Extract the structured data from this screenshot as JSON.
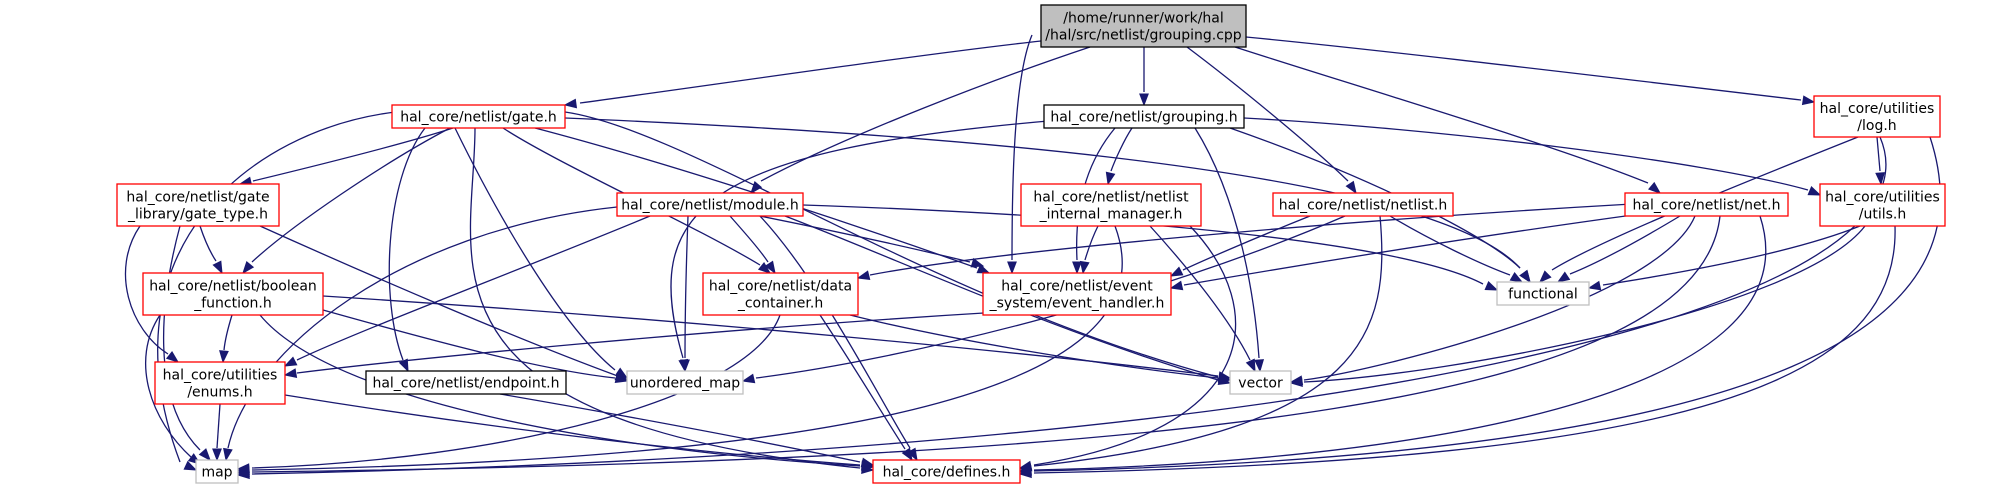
{
  "graph": {
    "title": "include dependency graph",
    "colors": {
      "edge": "#191970",
      "root_fill": "#bfbfbf",
      "root_border": "#000000",
      "local_border": "#ff0000",
      "documented_border": "#000000",
      "system_border": "#bfbfbf",
      "node_fill": "#ffffff"
    },
    "nodes": [
      {
        "id": "grouping_cpp",
        "kind": "root",
        "lines": [
          "/home/runner/work/hal",
          "/hal/src/netlist/grouping.cpp"
        ]
      },
      {
        "id": "gate_h",
        "kind": "local",
        "lines": [
          "hal_core/netlist/gate.h"
        ]
      },
      {
        "id": "grouping_h",
        "kind": "documented",
        "lines": [
          "hal_core/netlist/grouping.h"
        ]
      },
      {
        "id": "log_h",
        "kind": "local",
        "lines": [
          "hal_core/utilities",
          "/log.h"
        ]
      },
      {
        "id": "gate_type_h",
        "kind": "local",
        "lines": [
          "hal_core/netlist/gate",
          "_library/gate_type.h"
        ]
      },
      {
        "id": "module_h",
        "kind": "local",
        "lines": [
          "hal_core/netlist/module.h"
        ]
      },
      {
        "id": "netlist_internal_manager_h",
        "kind": "local",
        "lines": [
          "hal_core/netlist/netlist",
          "_internal_manager.h"
        ]
      },
      {
        "id": "netlist_h",
        "kind": "local",
        "lines": [
          "hal_core/netlist/netlist.h"
        ]
      },
      {
        "id": "net_h",
        "kind": "local",
        "lines": [
          "hal_core/netlist/net.h"
        ]
      },
      {
        "id": "utils_h",
        "kind": "local",
        "lines": [
          "hal_core/utilities",
          "/utils.h"
        ]
      },
      {
        "id": "boolean_function_h",
        "kind": "local",
        "lines": [
          "hal_core/netlist/boolean",
          "_function.h"
        ]
      },
      {
        "id": "data_container_h",
        "kind": "local",
        "lines": [
          "hal_core/netlist/data",
          "_container.h"
        ]
      },
      {
        "id": "event_handler_h",
        "kind": "local",
        "lines": [
          "hal_core/netlist/event",
          "_system/event_handler.h"
        ]
      },
      {
        "id": "functional",
        "kind": "system",
        "lines": [
          "functional"
        ]
      },
      {
        "id": "enums_h",
        "kind": "local",
        "lines": [
          "hal_core/utilities",
          "/enums.h"
        ]
      },
      {
        "id": "unordered_map",
        "kind": "system",
        "lines": [
          "unordered_map"
        ]
      },
      {
        "id": "vector",
        "kind": "system",
        "lines": [
          "vector"
        ]
      },
      {
        "id": "endpoint_h",
        "kind": "documented",
        "lines": [
          "hal_core/netlist/endpoint.h"
        ]
      },
      {
        "id": "map",
        "kind": "system",
        "lines": [
          "map"
        ]
      },
      {
        "id": "defines_h",
        "kind": "local",
        "lines": [
          "hal_core/defines.h"
        ]
      }
    ],
    "edges": [
      [
        "grouping_cpp",
        "gate_h"
      ],
      [
        "grouping_cpp",
        "grouping_h"
      ],
      [
        "grouping_cpp",
        "log_h"
      ],
      [
        "grouping_cpp",
        "module_h"
      ],
      [
        "grouping_cpp",
        "event_handler_h"
      ],
      [
        "grouping_cpp",
        "netlist_h"
      ],
      [
        "grouping_cpp",
        "net_h"
      ],
      [
        "gate_h",
        "gate_type_h"
      ],
      [
        "gate_h",
        "boolean_function_h"
      ],
      [
        "gate_h",
        "data_container_h"
      ],
      [
        "gate_h",
        "event_handler_h"
      ],
      [
        "gate_h",
        "functional"
      ],
      [
        "gate_h",
        "unordered_map"
      ],
      [
        "gate_h",
        "vector"
      ],
      [
        "gate_h",
        "endpoint_h"
      ],
      [
        "gate_h",
        "map"
      ],
      [
        "gate_h",
        "defines_h"
      ],
      [
        "grouping_h",
        "netlist_internal_manager_h"
      ],
      [
        "grouping_h",
        "event_handler_h"
      ],
      [
        "grouping_h",
        "utils_h"
      ],
      [
        "grouping_h",
        "functional"
      ],
      [
        "grouping_h",
        "unordered_map"
      ],
      [
        "grouping_h",
        "vector"
      ],
      [
        "log_h",
        "utils_h"
      ],
      [
        "log_h",
        "functional"
      ],
      [
        "log_h",
        "map"
      ],
      [
        "log_h",
        "defines_h"
      ],
      [
        "gate_type_h",
        "boolean_function_h"
      ],
      [
        "gate_type_h",
        "enums_h"
      ],
      [
        "gate_type_h",
        "unordered_map"
      ],
      [
        "gate_type_h",
        "map"
      ],
      [
        "module_h",
        "data_container_h"
      ],
      [
        "module_h",
        "event_handler_h"
      ],
      [
        "module_h",
        "enums_h"
      ],
      [
        "module_h",
        "functional"
      ],
      [
        "module_h",
        "unordered_map"
      ],
      [
        "module_h",
        "vector"
      ],
      [
        "module_h",
        "map"
      ],
      [
        "module_h",
        "defines_h"
      ],
      [
        "netlist_internal_manager_h",
        "event_handler_h"
      ],
      [
        "netlist_internal_manager_h",
        "vector"
      ],
      [
        "netlist_internal_manager_h",
        "map"
      ],
      [
        "netlist_internal_manager_h",
        "defines_h"
      ],
      [
        "netlist_h",
        "event_handler_h"
      ],
      [
        "netlist_h",
        "functional"
      ],
      [
        "netlist_h",
        "unordered_map"
      ],
      [
        "netlist_h",
        "defines_h"
      ],
      [
        "net_h",
        "data_container_h"
      ],
      [
        "net_h",
        "event_handler_h"
      ],
      [
        "net_h",
        "functional"
      ],
      [
        "net_h",
        "vector"
      ],
      [
        "net_h",
        "map"
      ],
      [
        "net_h",
        "defines_h"
      ],
      [
        "utils_h",
        "functional"
      ],
      [
        "utils_h",
        "vector"
      ],
      [
        "utils_h",
        "defines_h"
      ],
      [
        "boolean_function_h",
        "enums_h"
      ],
      [
        "boolean_function_h",
        "unordered_map"
      ],
      [
        "boolean_function_h",
        "vector"
      ],
      [
        "boolean_function_h",
        "map"
      ],
      [
        "boolean_function_h",
        "defines_h"
      ],
      [
        "data_container_h",
        "vector"
      ],
      [
        "data_container_h",
        "map"
      ],
      [
        "data_container_h",
        "defines_h"
      ],
      [
        "event_handler_h",
        "enums_h"
      ],
      [
        "enums_h",
        "map"
      ],
      [
        "enums_h",
        "defines_h"
      ],
      [
        "endpoint_h",
        "defines_h"
      ]
    ]
  }
}
